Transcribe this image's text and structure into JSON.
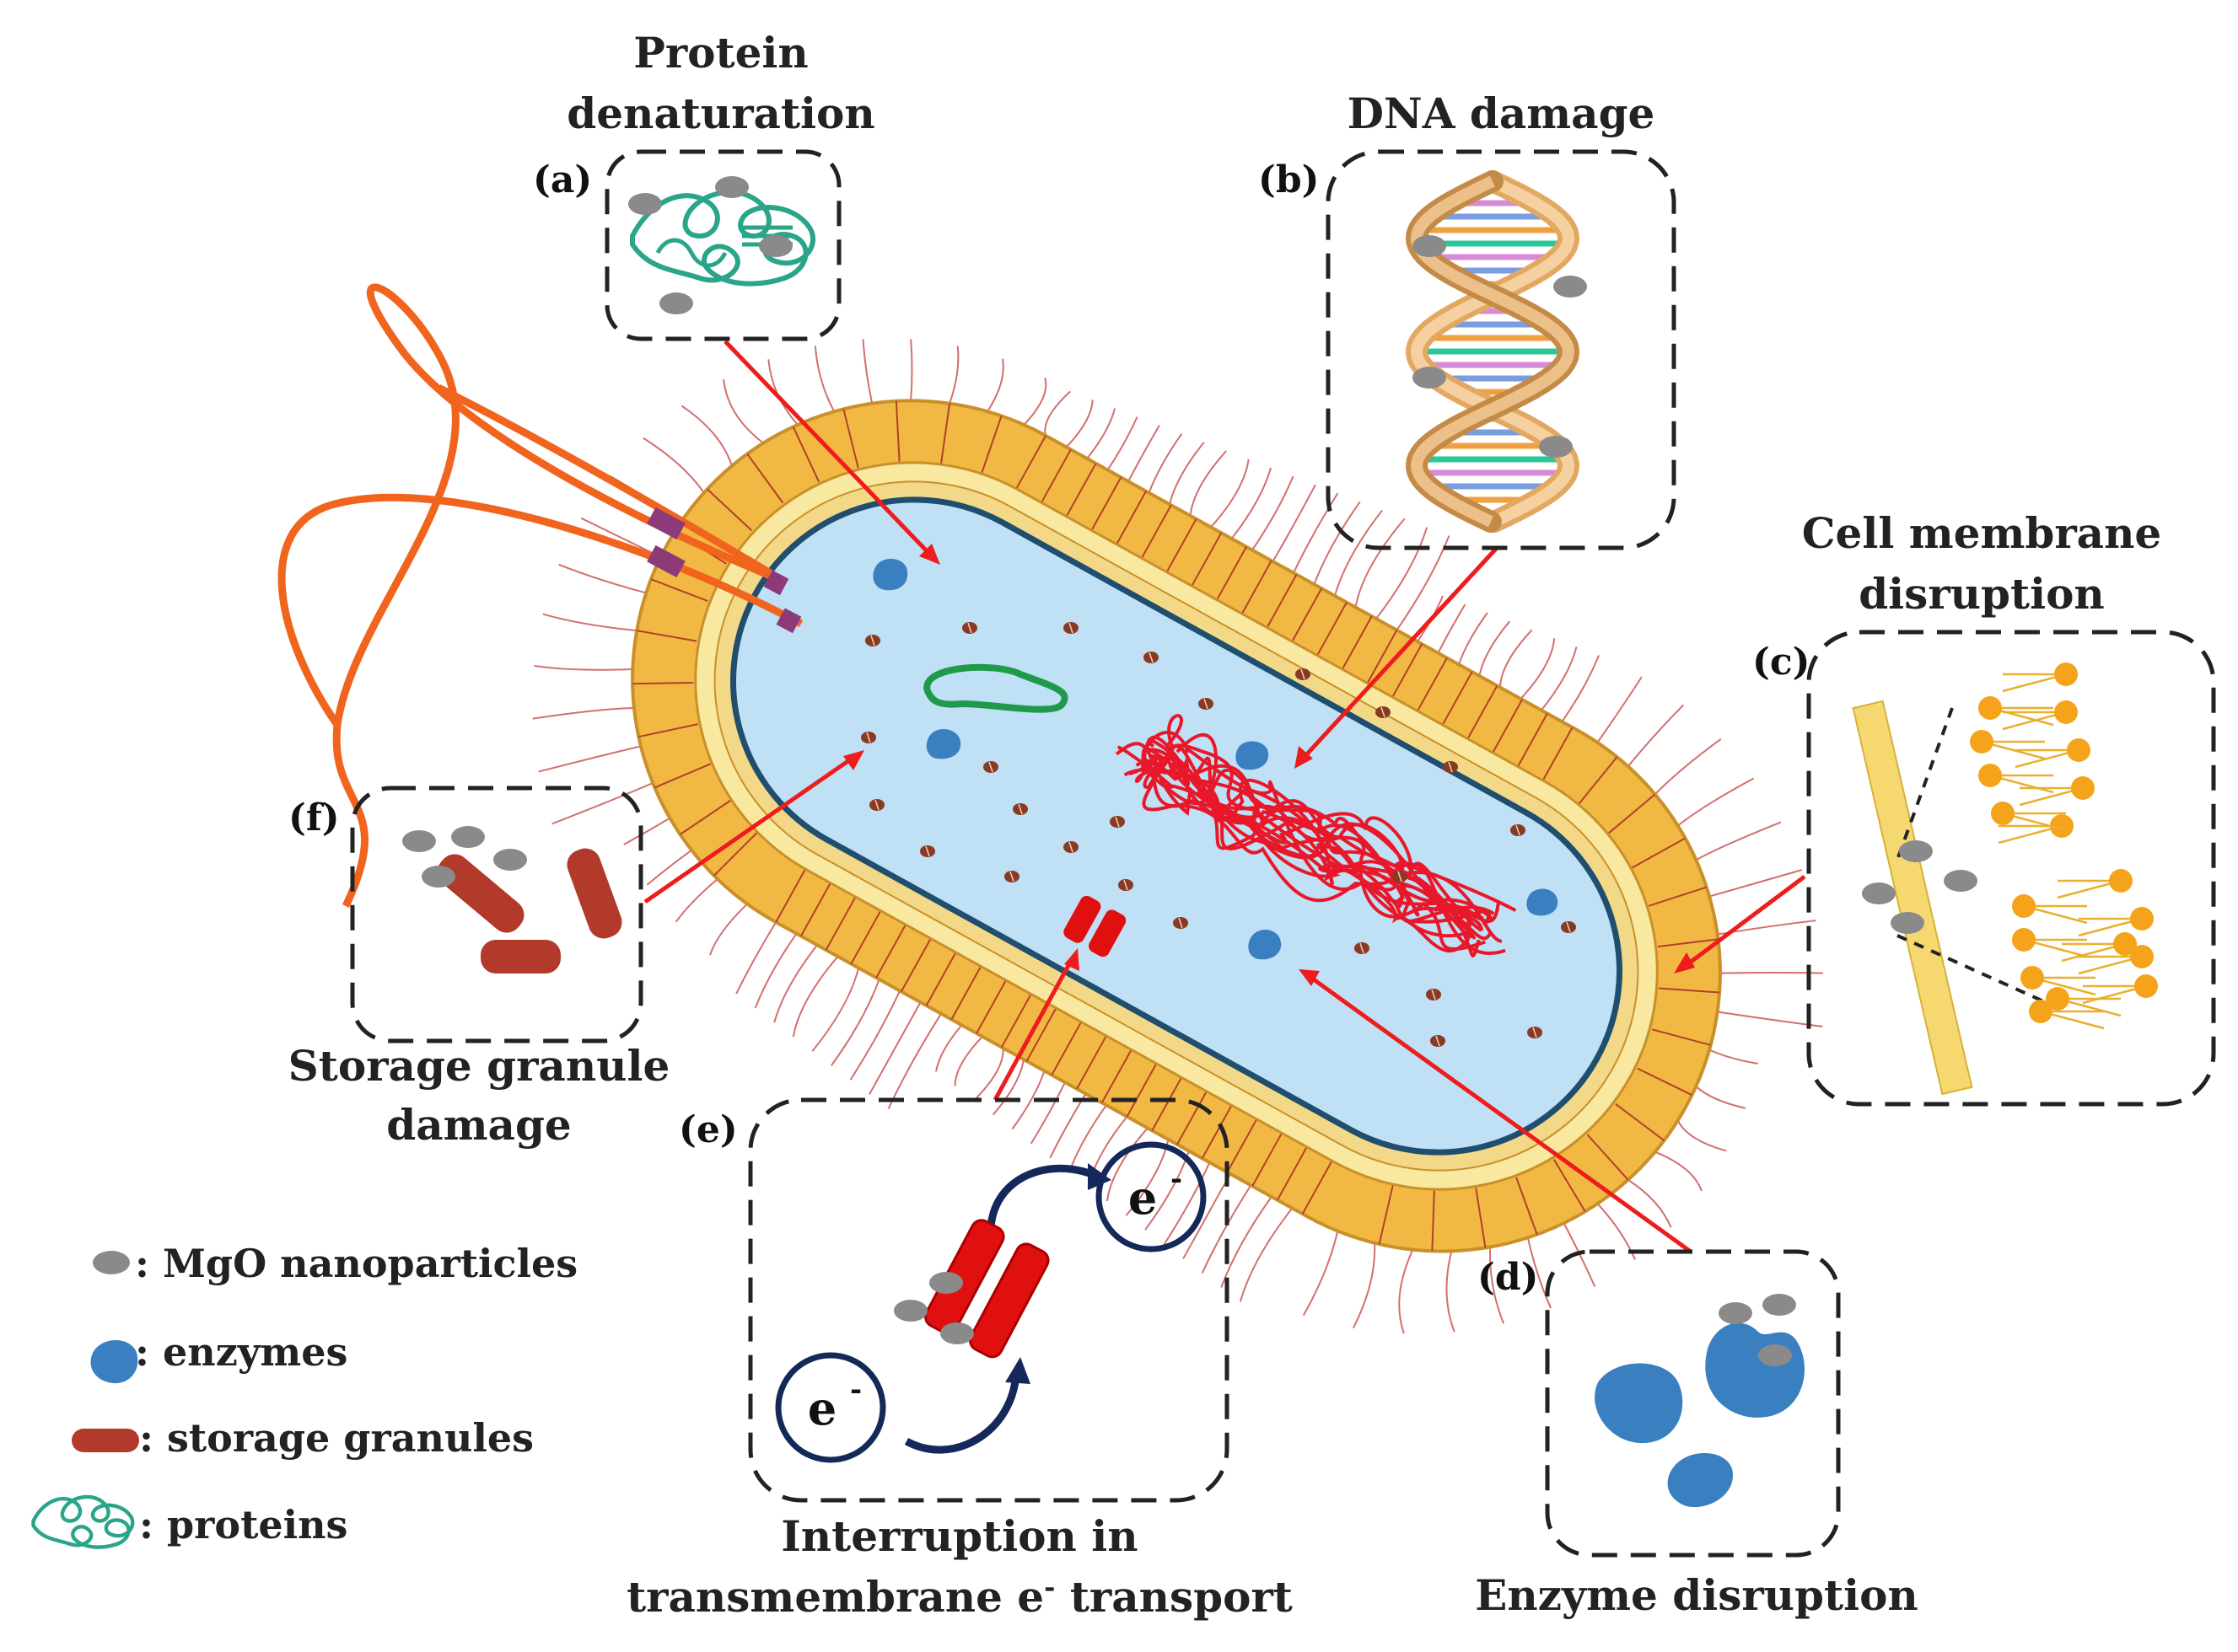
{
  "panels": {
    "a": {
      "tag": "(a)",
      "title_lines": [
        "Protein",
        "denaturation"
      ]
    },
    "b": {
      "tag": "(b)",
      "title_lines": [
        "DNA damage"
      ]
    },
    "c": {
      "tag": "(c)",
      "title_lines": [
        "Cell membrane",
        "disruption"
      ]
    },
    "d": {
      "tag": "(d)",
      "title_lines": [
        "Enzyme disruption"
      ]
    },
    "e": {
      "tag": "(e)",
      "title_lines": [
        "Interruption in",
        "transmembrane e",
        " transport"
      ],
      "superscript": "-",
      "electron": "e",
      "electron_sup": "-"
    },
    "f": {
      "tag": "(f)",
      "title_lines": [
        "Storage granule",
        "damage"
      ]
    }
  },
  "legend": {
    "items": [
      {
        "key": "mgo",
        "label": ": MgO nanoparticles"
      },
      {
        "key": "enzymes",
        "label": ": enzymes"
      },
      {
        "key": "granules",
        "label": ": storage granules"
      },
      {
        "key": "proteins",
        "label": ": proteins"
      }
    ]
  },
  "colors": {
    "cell_wall": "#f2b844",
    "cytoplasm": "#bfe0f5",
    "membrane": "#1f4e6e",
    "flagellum": "#f0641e",
    "pili": "#c94a4a",
    "dna": "#e8182a",
    "arrow": "#ee1c1c",
    "mgo": "#8a8a8a",
    "enzyme": "#3a7fc0",
    "granule": "#b23a2a",
    "protein": "#2aa58a",
    "plasmid": "#1f9a4a",
    "transporter": "#e01010",
    "electron_ring": "#14295a"
  }
}
